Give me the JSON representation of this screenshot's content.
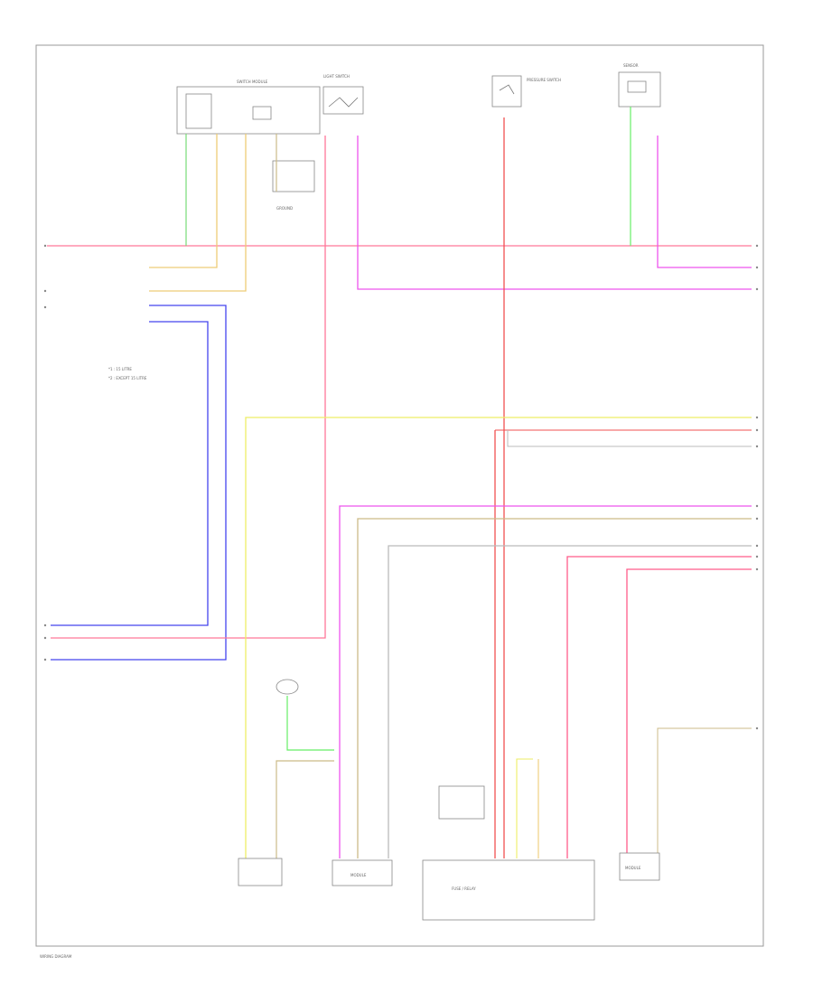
{
  "wire_colors": {
    "pink": "#ff5c8a",
    "magenta": "#ee55ee",
    "red": "#f05050",
    "blue": "#4444ee",
    "yellow": "#eeee66",
    "orange": "#eecc77",
    "tan": "#ccbb88",
    "green": "#66ee66",
    "gray": "#bbbbbb"
  },
  "legend": {
    "line1": "*1 : 15 LITRE",
    "line2": "*2 : EXCEPT 15 LITRE"
  },
  "components": {
    "top_left_module": "SWITCH MODULE",
    "cover_switch": "LIGHT SWITCH",
    "sensor": "SENSOR",
    "compressor_switch": "PRESSURE SWITCH",
    "fuse_block": "FUSE / RELAY",
    "module_bottom_left": "MODULE",
    "module_bottom_right": "MODULE",
    "ground": "GROUND"
  },
  "footer": "WIRING DIAGRAM"
}
